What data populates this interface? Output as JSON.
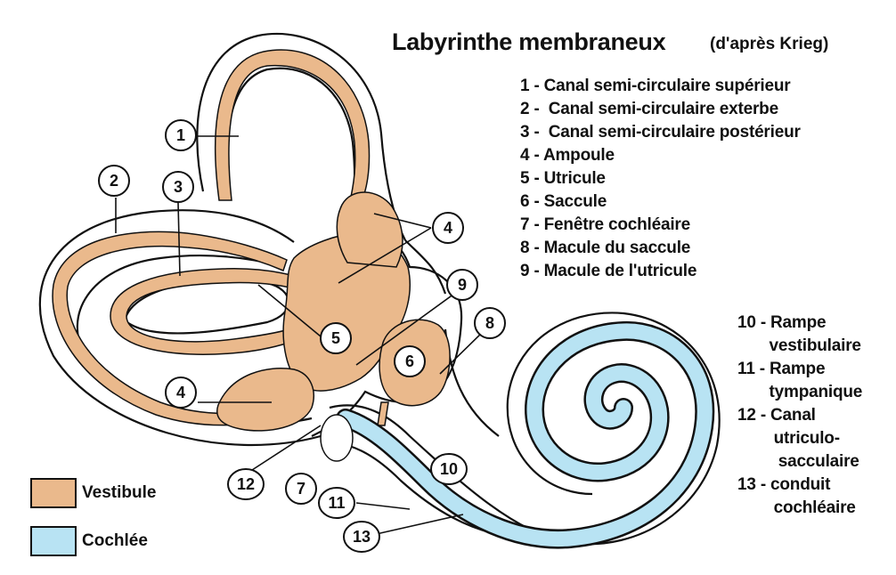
{
  "title": "Labyrinthe membraneux",
  "subtitle": "(d'après Krieg)",
  "legend_items": [
    "1 - Canal semi-circulaire supérieur",
    "2 -  Canal semi-circulaire exterbe",
    "3 -  Canal semi-circulaire postérieur",
    "4 - Ampoule",
    "5 - Utricule",
    "6 - Saccule",
    "7 - Fenêtre cochléaire",
    "8 - Macule du saccule",
    "9 - Macule de l'utricule"
  ],
  "legend_items_2": [
    "10 - Rampe",
    "       vestibulaire",
    "11 - Rampe",
    "       tympanique",
    "12 - Canal",
    "        utriculo-",
    "         sacculaire",
    "13 - conduit",
    "        cochléaire"
  ],
  "key": {
    "vestibule": "Vestibule",
    "cochlee": "Cochlée"
  },
  "callouts": [
    "1",
    "2",
    "3",
    "4",
    "4",
    "5",
    "6",
    "7",
    "8",
    "9",
    "10",
    "11",
    "12",
    "13"
  ],
  "colors": {
    "vestibule": "#eab98c",
    "cochlee": "#b8e3f3",
    "outline": "#111111"
  }
}
